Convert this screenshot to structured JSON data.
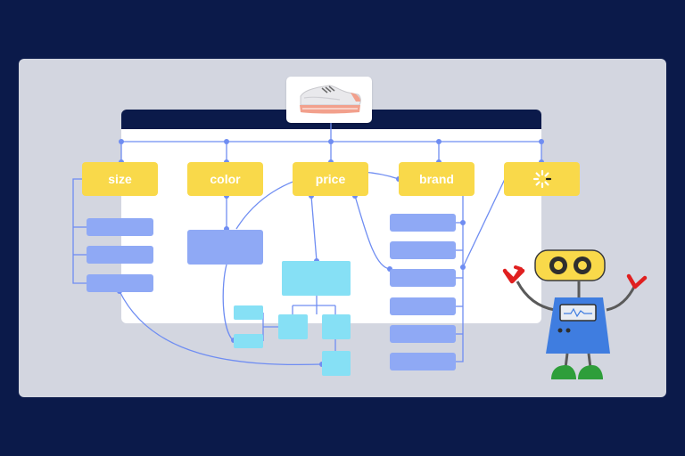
{
  "tags": {
    "size": "size",
    "color": "color",
    "price": "price",
    "brand": "brand"
  },
  "icons": {
    "loading": "loading-spinner-icon",
    "product": "sneaker-icon",
    "robot": "robot-illustration"
  },
  "colors": {
    "background": "#0b1a4a",
    "panel": "#d3d6e0",
    "tag": "#f9d94a",
    "blue_block": "#8fa9f5",
    "cyan_block": "#86e0f5",
    "connector": "#6f8df2",
    "robot_body": "#3f7de0",
    "robot_head": "#f9d94a",
    "robot_hands": "#e02020"
  }
}
